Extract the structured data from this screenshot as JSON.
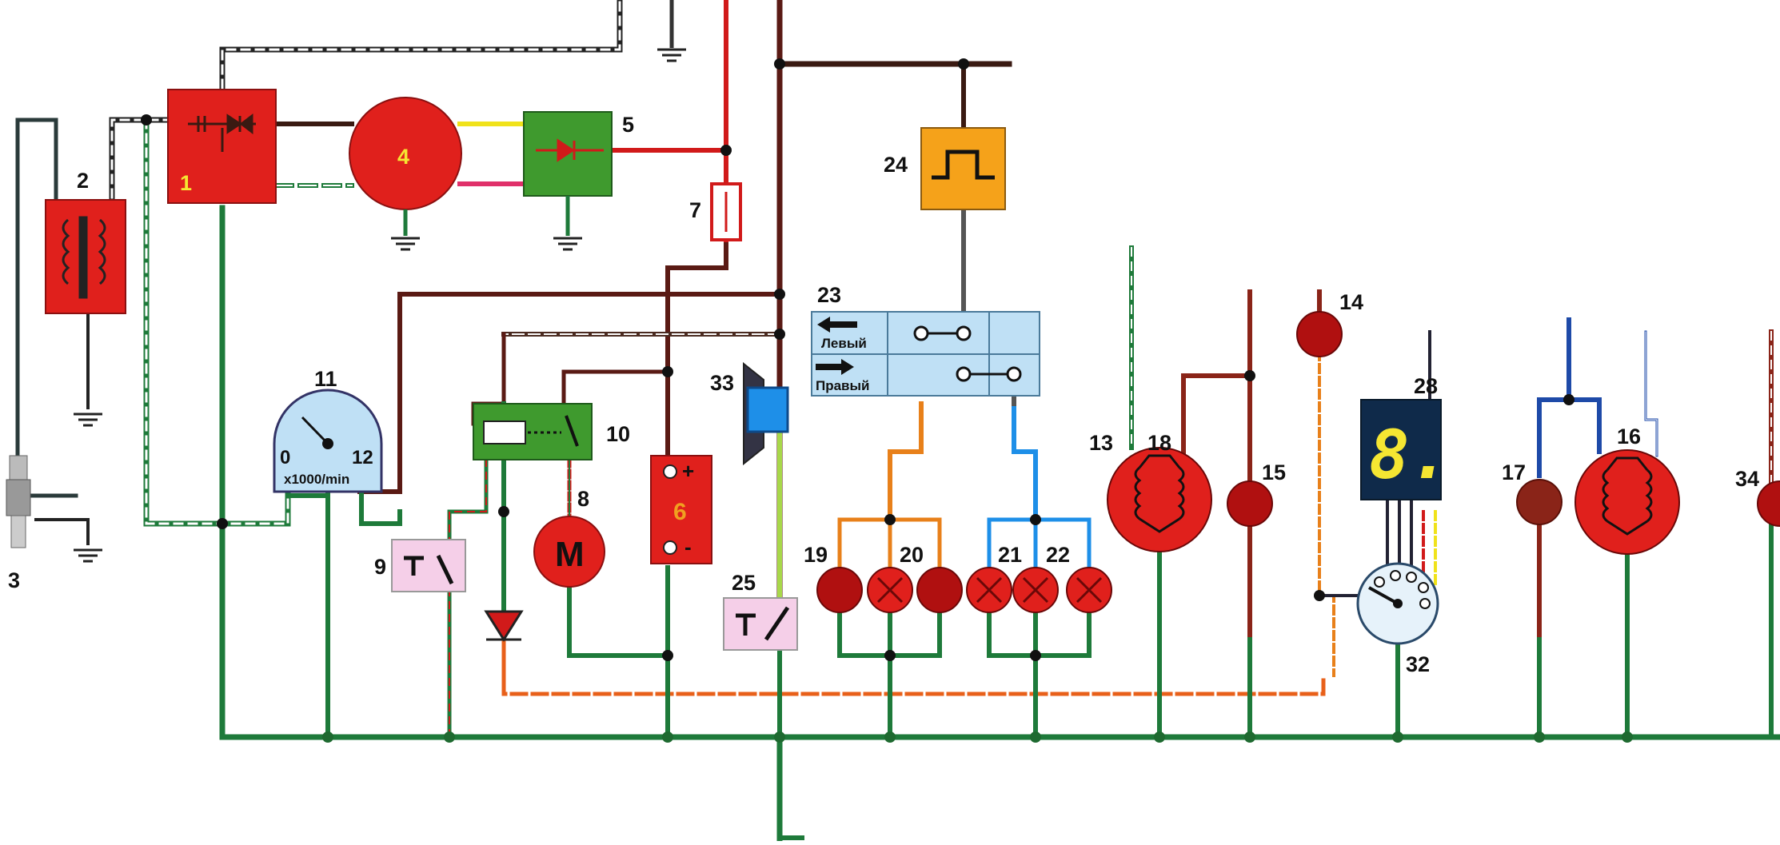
{
  "numbers": {
    "n1": "1",
    "n2": "2",
    "n3": "3",
    "n4": "4",
    "n5": "5",
    "n6": "6",
    "n7": "7",
    "n8": "8",
    "n9": "9",
    "n10": "10",
    "n11": "11",
    "n13": "13",
    "n14": "14",
    "n15": "15",
    "n16": "16",
    "n17": "17",
    "n18": "18",
    "n19": "19",
    "n20": "20",
    "n21": "21",
    "n22": "22",
    "n23": "23",
    "n24": "24",
    "n25": "25",
    "n28": "28",
    "n32": "32",
    "n33": "33",
    "n34": "34"
  },
  "tachometer": {
    "min": "0",
    "max": "12",
    "unit": "x1000/min"
  },
  "motor": {
    "letter": "M"
  },
  "battery": {
    "plus": "+",
    "minus": "-"
  },
  "turn_switch": {
    "left": "Левый",
    "right": "Правый"
  },
  "gear_display": {
    "digit": "8."
  },
  "colors": {
    "ground_wire": "#1e7a3a",
    "power_wire": "#5a1a14",
    "red_wire": "#d11a1a",
    "orange_wire": "#e8801a",
    "blue_wire": "#1e8fe8",
    "component_red": "#e0201c",
    "component_green": "#3f9a2e",
    "relay_orange": "#f5a21a",
    "light_blue_panel": "#bfe0f5"
  },
  "icons": [
    "ground-symbol",
    "spark-plug-icon",
    "diode-icon",
    "pulse-icon",
    "arrow-left-icon",
    "arrow-right-icon",
    "horn-icon",
    "lamp-icon"
  ]
}
